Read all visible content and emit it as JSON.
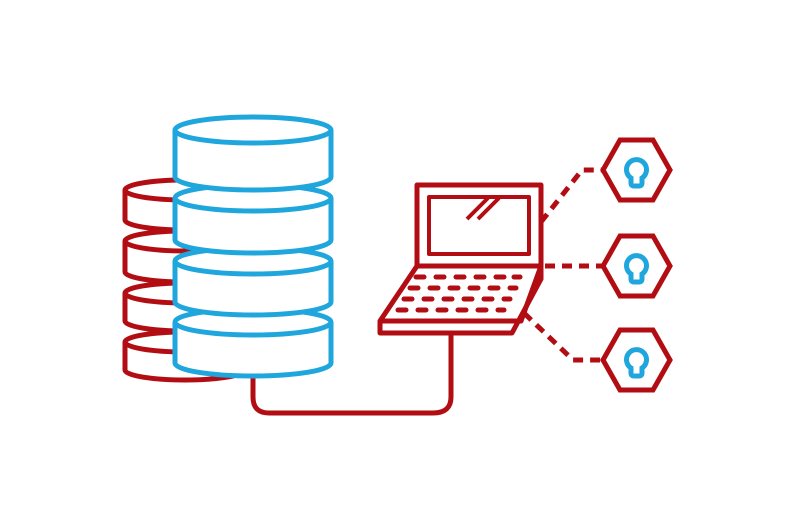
{
  "colors": {
    "primary_red": "#b30d14",
    "accent_blue": "#1ea6dd",
    "background": "#ffffff"
  },
  "nodes": {
    "back_database": {
      "icon": "database-icon",
      "disks": 4,
      "color": "primary_red"
    },
    "front_database": {
      "icon": "database-icon",
      "disks": 4,
      "color": "accent_blue"
    },
    "laptop": {
      "icon": "laptop-icon",
      "color": "primary_red"
    },
    "keyholes": [
      {
        "icon": "keyhole-hexagon-icon"
      },
      {
        "icon": "keyhole-hexagon-icon"
      },
      {
        "icon": "keyhole-hexagon-icon"
      }
    ]
  },
  "connections": [
    {
      "from": "front_database",
      "to": "laptop",
      "style": "solid"
    },
    {
      "from": "laptop",
      "to": "keyhole-1",
      "style": "dashed"
    },
    {
      "from": "laptop",
      "to": "keyhole-2",
      "style": "dashed"
    },
    {
      "from": "laptop",
      "to": "keyhole-3",
      "style": "dashed"
    }
  ]
}
